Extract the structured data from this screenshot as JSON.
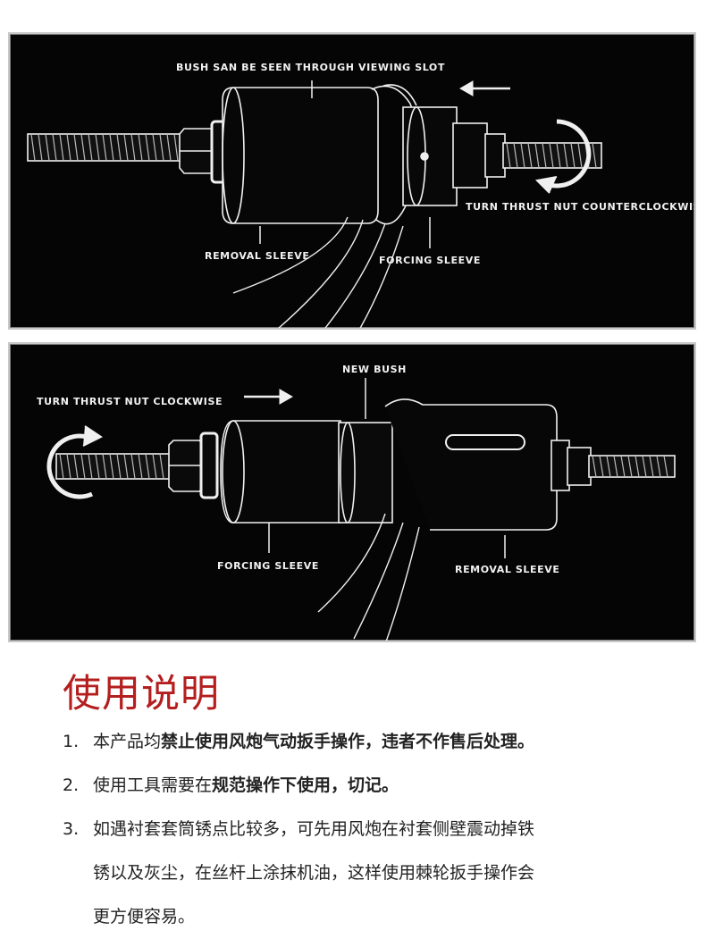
{
  "panel1": {
    "labels": {
      "viewing_slot": "BUSH SAN BE SEEN THROUGH VIEWING SLOT",
      "turn_counter": "TURN THRUST NUT COUNTERCLOCKWISE",
      "removal_sleeve": "REMOVAL SLEEVE",
      "forcing_sleeve": "FORCING SLEEVE"
    }
  },
  "panel2": {
    "labels": {
      "new_bush": "NEW BUSH",
      "turn_clockwise": "TURN THRUST NUT CLOCKWISE",
      "forcing_sleeve": "FORCING SLEEVE",
      "removal_sleeve": "REMOVAL SLEEVE"
    }
  },
  "instructions": {
    "title": "使用说明",
    "items": [
      {
        "num": "1.",
        "pre": "本产品均",
        "bold": "禁止使用风炮气动扳手操作，违者不作售后处理。"
      },
      {
        "num": "2.",
        "pre": "使用工具需要在",
        "bold": "规范操作下使用，切记。"
      },
      {
        "num": "3.",
        "line1": "如遇衬套套筒锈点比较多，可先用风炮在衬套侧壁震动掉铁",
        "line2": "锈以及灰尘，在丝杆上涂抹机油，这样使用棘轮扳手操作会",
        "line3": "更方便容易。"
      }
    ]
  }
}
